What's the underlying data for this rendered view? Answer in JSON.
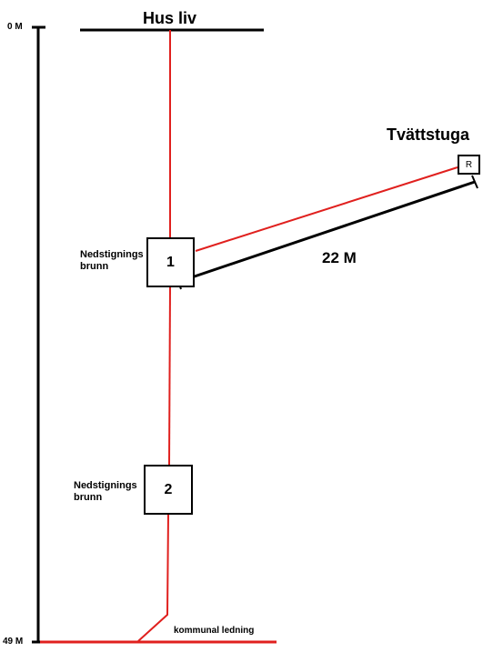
{
  "title": "Hus liv",
  "scale": {
    "top": "0 M",
    "bottom": "49 M"
  },
  "distance_label": "22 M",
  "manholes": [
    {
      "number": "1",
      "label": "Nedstignings\nbrunn"
    },
    {
      "number": "2",
      "label": "Nedstignings\nbrunn"
    }
  ],
  "laundry": {
    "title": "Tvättstuga",
    "marker": "R"
  },
  "main_line_label": "kommunal ledning",
  "colors": {
    "pipe": "#e0201e",
    "line": "#000000"
  }
}
